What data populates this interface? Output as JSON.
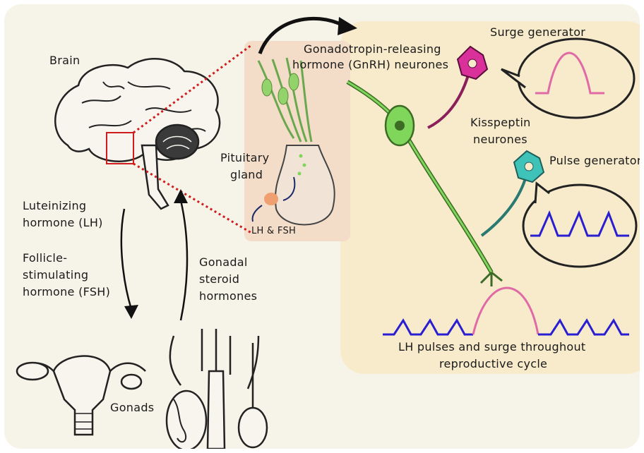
{
  "labels": {
    "brain": "Brain",
    "gnrh_line1": "Gonadotropin-releasing",
    "gnrh_line2": "hormone  (GnRH) neurones",
    "surge_generator": "Surge generator",
    "kisspeptin_line1": "Kisspeptin",
    "kisspeptin_line2": "neurones",
    "pulse_generator": "Pulse generator",
    "pituitary_line1": "Pituitary",
    "pituitary_line2": "gland",
    "lh_fsh": "LH & FSH",
    "lh_line1": "Luteinizing",
    "lh_line2": "hormone (LH)",
    "fsh_line1": "Follicle-",
    "fsh_line2": "stimulating",
    "fsh_line3": "hormone (FSH)",
    "steroid_line1": "Gonadal",
    "steroid_line2": "steroid",
    "steroid_line3": "hormones",
    "gonads": "Gonads",
    "cycle_line1": "LH pulses and surge throughout",
    "cycle_line2": "reproductive cycle"
  },
  "colors": {
    "background": "#f6f3e8",
    "panel": "#f7ebcc",
    "pituitary_panel": "#f3dcc8",
    "gnrh_neuron": "#7fd65a",
    "surge_neuron": "#d9309a",
    "pulse_neuron": "#3fc2b8",
    "pulse_wave": "#2a1fd0",
    "surge_wave": "#e06aa6",
    "dotted_zoom": "#d01c1c"
  },
  "icons": {
    "brain": "brain-illustration",
    "female_reproductive": "uterus-ovaries-illustration",
    "male_reproductive": "testes-illustration"
  }
}
